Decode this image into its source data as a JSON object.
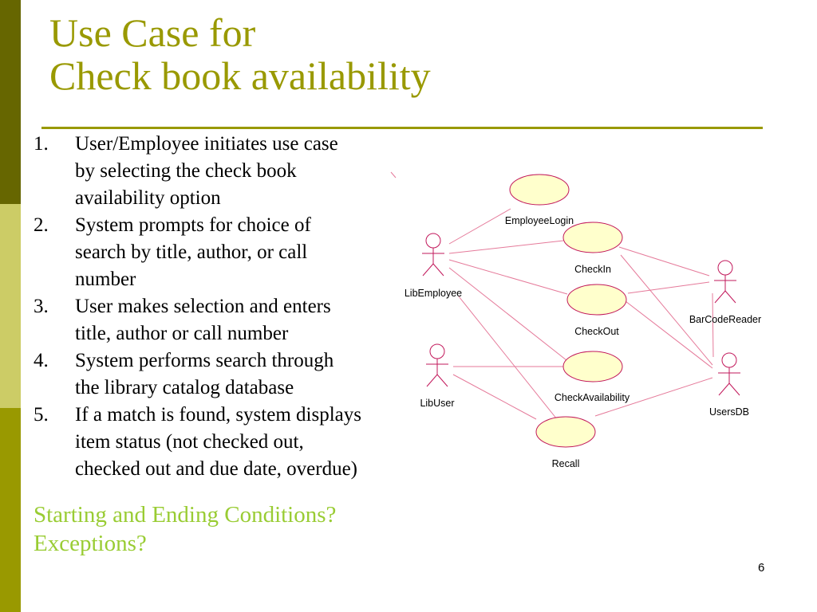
{
  "slide": {
    "title_lines": [
      "Use Case for",
      "Check book availability"
    ],
    "steps": [
      {
        "num": "1.",
        "lines": [
          "User/Employee initiates use case",
          "by selecting the check book",
          "availability option"
        ]
      },
      {
        "num": "2.",
        "lines": [
          "System prompts for choice of",
          "search by title, author, or call",
          "number"
        ]
      },
      {
        "num": "3.",
        "lines": [
          "User makes selection and enters",
          "title, author or call number"
        ]
      },
      {
        "num": "4.",
        "lines": [
          "System performs search through",
          "the library catalog database"
        ]
      },
      {
        "num": "5.",
        "lines": [
          "If a match is found, system displays",
          "item status (not checked out,",
          "checked out and due date, overdue)"
        ]
      }
    ],
    "questions": [
      "Starting and Ending Conditions?",
      "Exceptions?"
    ],
    "page_number": "6"
  },
  "diagram": {
    "actors": {
      "lib_employee": "LibEmployee",
      "lib_user": "LibUser",
      "bar_code_reader": "BarCodeReader",
      "users_db": "UsersDB"
    },
    "use_cases": {
      "employee_login": "EmployeeLogin",
      "check_in": "CheckIn",
      "check_out": "CheckOut",
      "check_availability": "CheckAvailability",
      "recall": "Recall"
    }
  },
  "colors": {
    "sidebar_dark": "#666600",
    "sidebar_light": "#cccc66",
    "sidebar_mid": "#999900",
    "title": "#999900",
    "questions": "#99cc33",
    "use_case_fill": "#ffffcc",
    "diagram_lines": "#e57a9a"
  }
}
